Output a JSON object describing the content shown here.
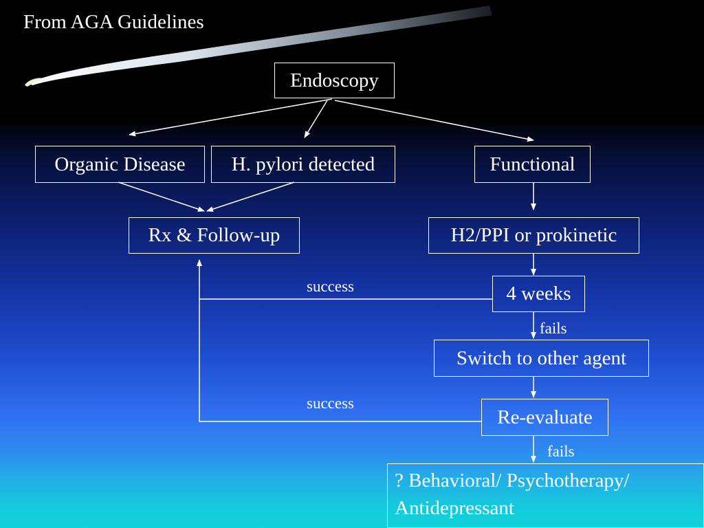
{
  "title": "From AGA Guidelines",
  "nodes": {
    "endoscopy": "Endoscopy",
    "organic_disease": "Organic Disease",
    "h_pylori": "H. pylori detected",
    "functional": "Functional",
    "rx_followup": "Rx & Follow-up",
    "h2_ppi": "H2/PPI or prokinetic",
    "four_weeks": "4 weeks",
    "switch_agent": "Switch to other agent",
    "reevaluate": "Re-evaluate",
    "behavioral": "? Behavioral/ Psychotherapy/ Antidepressant"
  },
  "edge_labels": {
    "success_1": "success",
    "fails_1": "fails",
    "success_2": "success",
    "fails_2": "fails"
  }
}
